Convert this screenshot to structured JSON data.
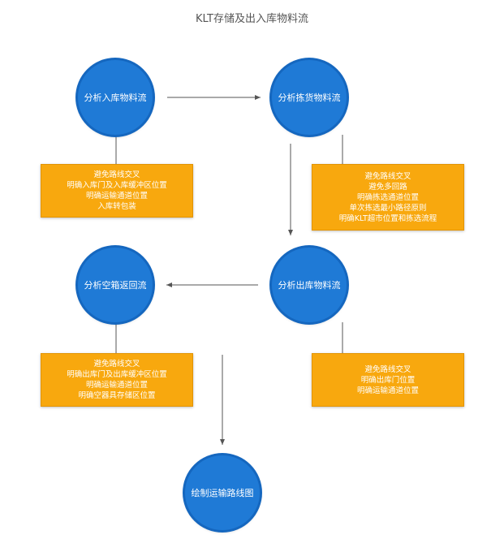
{
  "title": "KLT存储及出入库物料流",
  "colors": {
    "circle": "#1f7ad6",
    "circle_border": "#1567bf",
    "box": "#f8a80e",
    "line": "#555555"
  },
  "nodes": {
    "inbound": {
      "label": "分析入库物料流"
    },
    "picking": {
      "label": "分析拣货物料流"
    },
    "outbound": {
      "label": "分析出库物料流"
    },
    "empty_return": {
      "label": "分析空箱返回流"
    },
    "draw_route": {
      "label": "绘制运输路线图"
    }
  },
  "boxes": {
    "inbound": [
      "避免路线交叉",
      "明确入库门及入库缓冲区位置",
      "明确运输通道位置",
      "入库转包装"
    ],
    "picking": [
      "避免路线交叉",
      "避免多回路",
      "明确拣选通道位置",
      "单次拣选最小路径原则",
      "明确KLT超市位置和拣选流程"
    ],
    "empty_return": [
      "避免路线交叉",
      "明确出库门及出库缓冲区位置",
      "明确运输通道位置",
      "明确空器具存储区位置"
    ],
    "outbound": [
      "避免路线交叉",
      "明确出库门位置",
      "明确运输通道位置"
    ]
  }
}
